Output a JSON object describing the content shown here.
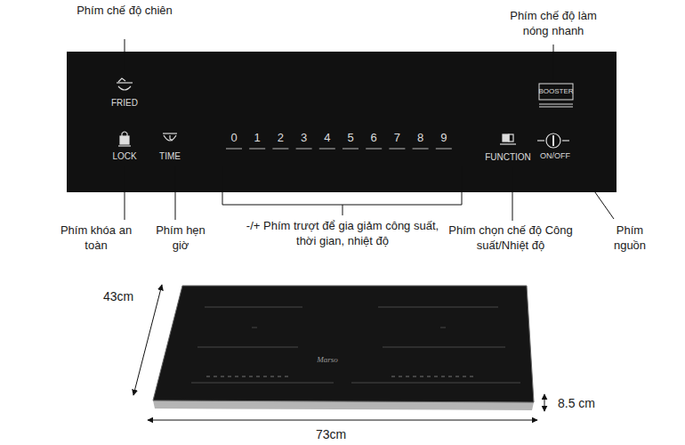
{
  "diagram": {
    "labels": [
      "Phím chế độ chiên",
      "FRIED",
      "Phím chế độ làm nóng nhanh",
      "BOOSTER",
      "0",
      "1",
      "2",
      "3",
      "4",
      "5",
      "6",
      "7",
      "8",
      "9",
      "LOCK",
      "TIME",
      "FUNCTION",
      "ON/OFF",
      "Phím khóa an toàn",
      "Phím hẹn giờ",
      "-/+ Phím trượt để gia giảm công suất, thời gian, nhiệt độ",
      "Phím chọn chế độ Công suất/Nhiệt độ",
      "Phím nguồn",
      "43cm",
      "Marso",
      "8.5 cm",
      "73cm"
    ]
  }
}
